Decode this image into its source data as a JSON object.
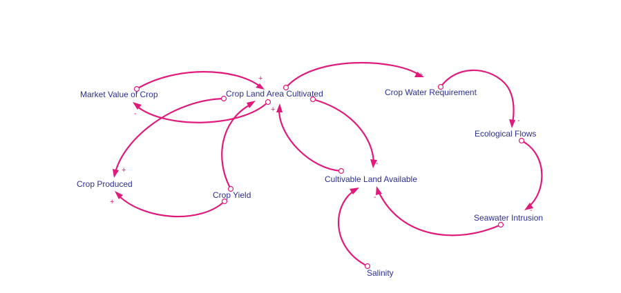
{
  "diagram": {
    "type": "causal-loop",
    "colors": {
      "link": "#e0197a",
      "label": "#2b2f8f",
      "background": "#ffffff"
    },
    "variables": {
      "market_value": "Market Value of Crop",
      "crop_land_area": "Crop Land Area Cultivated",
      "crop_water": "Crop Water Requirement",
      "ecological_flows": "Ecological Flows",
      "crop_produced": "Crop Produced",
      "crop_yield": "Crop Yield",
      "cultivable_land": "Cultivable Land Available",
      "seawater_intrusion": "Seawater Intrusion",
      "salinity": "Salinity"
    },
    "links": [
      {
        "id": "mv-to-cla",
        "from": "Market Value of Crop",
        "to": "Crop Land Area Cultivated",
        "polarity": "+"
      },
      {
        "id": "cla-to-mv",
        "from": "Crop Land Area Cultivated",
        "to": "Market Value of Crop",
        "polarity": "-"
      },
      {
        "id": "cla-to-cwr",
        "from": "Crop Land Area Cultivated",
        "to": "Crop Water Requirement",
        "polarity": "+"
      },
      {
        "id": "cwr-to-ef",
        "from": "Crop Water Requirement",
        "to": "Ecological Flows",
        "polarity": "-"
      },
      {
        "id": "ef-to-si",
        "from": "Ecological Flows",
        "to": "Seawater Intrusion",
        "polarity": "-"
      },
      {
        "id": "si-to-cl",
        "from": "Seawater Intrusion",
        "to": "Cultivable Land Available",
        "polarity": "-"
      },
      {
        "id": "cla-to-cl",
        "from": "Crop Land Area Cultivated",
        "to": "Cultivable Land Available",
        "polarity": "-"
      },
      {
        "id": "cl-to-cla",
        "from": "Cultivable Land Available",
        "to": "Crop Land Area Cultivated",
        "polarity": "+"
      },
      {
        "id": "cla-to-cp",
        "from": "Crop Land Area Cultivated",
        "to": "Crop Produced",
        "polarity": "+"
      },
      {
        "id": "cy-to-cp",
        "from": "Crop Yield",
        "to": "Crop Produced",
        "polarity": "+"
      },
      {
        "id": "cy-to-cla",
        "from": "Crop Yield",
        "to": "Crop Land Area Cultivated",
        "polarity": ""
      },
      {
        "id": "sal-to-cl",
        "from": "Salinity",
        "to": "Cultivable Land Available",
        "polarity": ""
      }
    ]
  }
}
